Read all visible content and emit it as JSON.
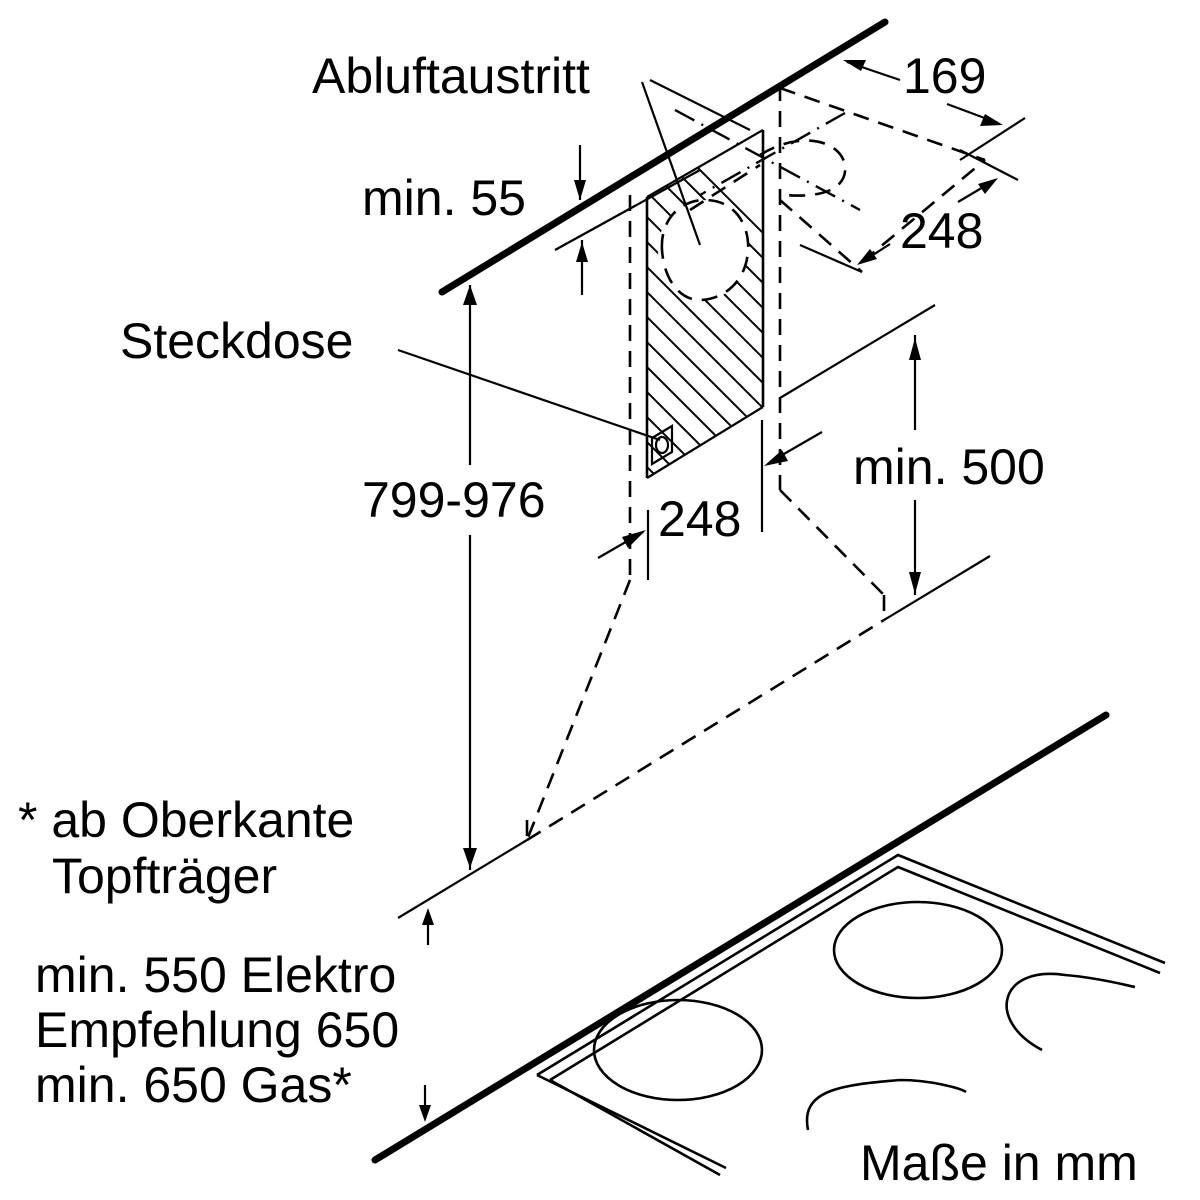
{
  "labels": {
    "exhaust_outlet": "Abluftaustritt",
    "min_55": "min. 55",
    "dim_169": "169",
    "dim_248_top": "248",
    "socket": "Steckdose",
    "height_range": "799-976",
    "dim_248_front": "248",
    "min_500": "min. 500",
    "footnote_line1": "* ab Oberkante",
    "footnote_line2": "Topfträger",
    "clearance_line1": "min. 550 Elektro",
    "clearance_line2": "Empfehlung 650",
    "clearance_line3": "min. 650 Gas*",
    "units_note": "Maße in mm"
  },
  "colors": {
    "ink": "#000000",
    "background": "#ffffff"
  }
}
